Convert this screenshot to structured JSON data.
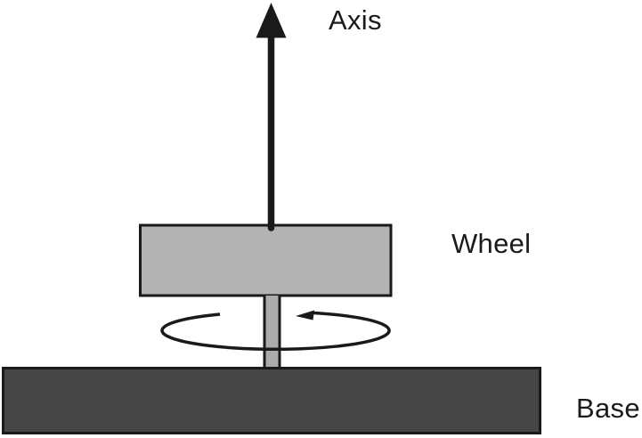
{
  "diagram": {
    "labels": {
      "axis": "Axis",
      "wheel": "Wheel",
      "base": "Base"
    },
    "colors": {
      "line": "#1a1a1a",
      "wheel_fill": "#b3b3b3",
      "axle_fill": "#ababab",
      "base_fill": "#464646",
      "background": "#ffffff"
    }
  }
}
